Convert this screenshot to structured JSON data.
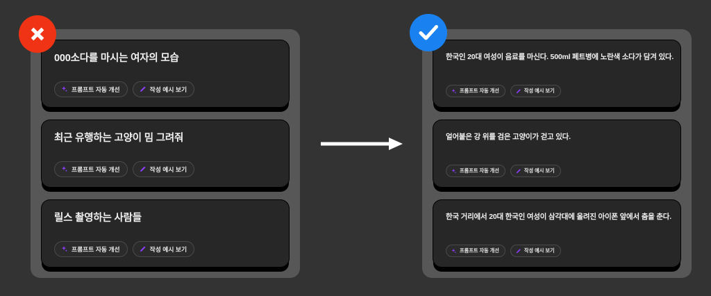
{
  "colors": {
    "background": "#333333",
    "panel": "#575757",
    "card": "#272727",
    "fail_badge": "#f03314",
    "success_badge": "#1a82f0",
    "accent_purple": "#8b3dfa",
    "text": "#f2f2f2"
  },
  "badges": {
    "fail": {
      "icon": "x-mark-icon",
      "color": "#f03314"
    },
    "success": {
      "icon": "check-mark-icon",
      "color": "#1a82f0"
    }
  },
  "arrow": {
    "icon": "right-arrow-icon",
    "direction": "right",
    "color": "#ffffff"
  },
  "buttons": {
    "improve_prompt": {
      "label": "프롬프트 자동 개선",
      "icon": "sparkle-icon"
    },
    "view_example": {
      "label": "작성 예시 보기",
      "icon": "pencil-icon"
    }
  },
  "left_panel": {
    "name": "bad-prompt-examples-panel",
    "cards": [
      {
        "text": "000소다를 마시는 여자의 모습"
      },
      {
        "text": "최근 유행하는 고양이 밈 그려줘"
      },
      {
        "text": "릴스 촬영하는 사람들"
      }
    ]
  },
  "right_panel": {
    "name": "good-prompt-examples-panel",
    "cards": [
      {
        "text": "한국인 20대 여성이 음료를 마신다. 500ml 페트병에 노란색 소다가 담겨 있다."
      },
      {
        "text": "얼어붙은 강 위를 검은 고양이가 걷고 있다."
      },
      {
        "text": "한국 거리에서 20대 한국인 여성이 삼각대에 올려진 아이폰 앞에서 춤을 춘다."
      }
    ]
  }
}
